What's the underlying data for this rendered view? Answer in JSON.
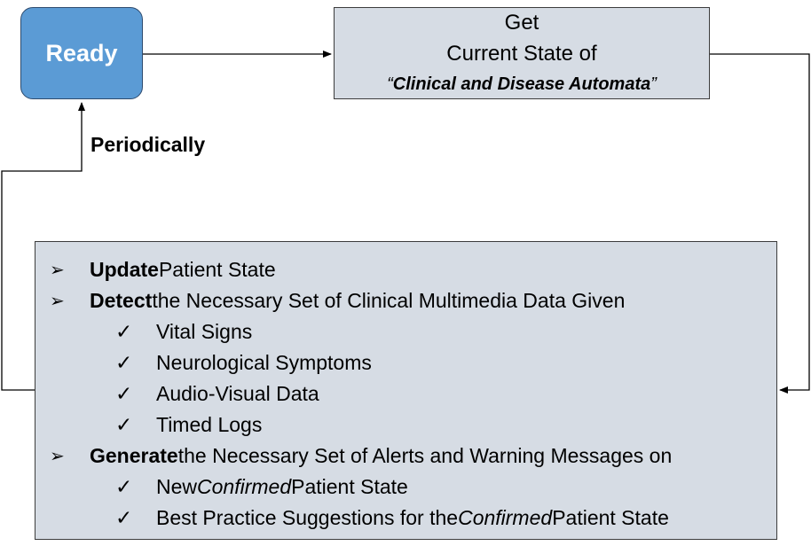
{
  "colors": {
    "ready_fill": "#5b9bd5",
    "box_fill": "#d6dce4",
    "line": "#000000"
  },
  "icons": {
    "bullet": "arrowhead-bullet-icon",
    "check": "check-mark-icon"
  },
  "ready": {
    "label": "Ready"
  },
  "get_state": {
    "line1": "Get",
    "line2": "Current State of",
    "quote_open": "“",
    "automata": "Clinical and Disease Automata",
    "quote_close": "”"
  },
  "periodically": "Periodically",
  "steps": {
    "update": {
      "verb": "Update",
      "rest": " Patient State"
    },
    "detect": {
      "verb": "Detect",
      "rest": " the Necessary Set of Clinical Multimedia Data Given",
      "items": [
        "Vital Signs",
        "Neurological Symptoms",
        "Audio-Visual Data",
        "Timed Logs"
      ]
    },
    "generate": {
      "verb": "Generate",
      "rest": " the Necessary Set of Alerts and Warning Messages on",
      "item1": {
        "pre": "New ",
        "em": "Confirmed",
        "post": " Patient State"
      },
      "item2": {
        "pre": "Best Practice Suggestions for the ",
        "em": "Confirmed",
        "post": " Patient State"
      }
    }
  }
}
